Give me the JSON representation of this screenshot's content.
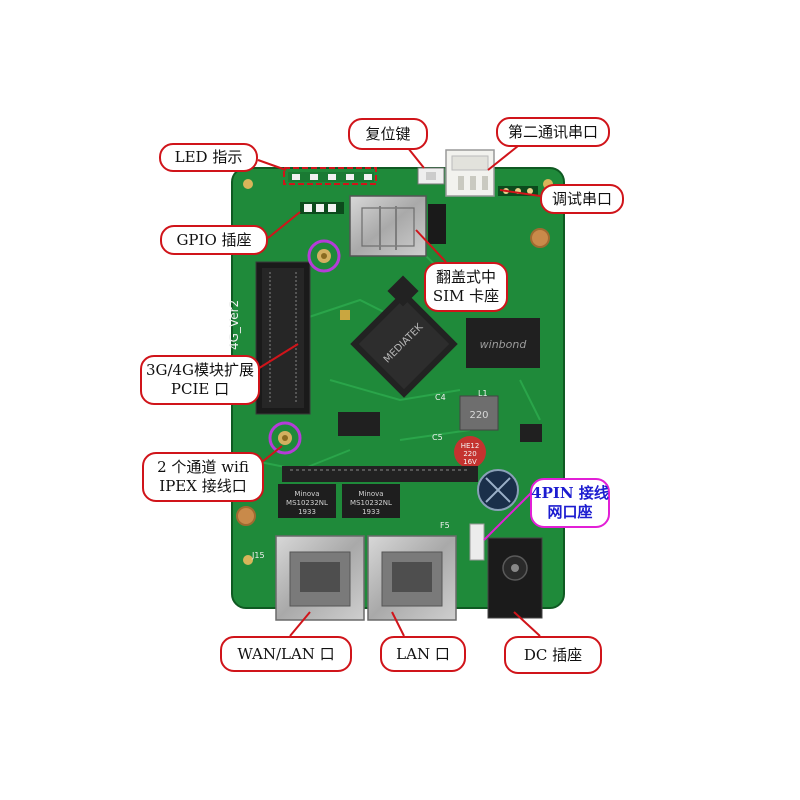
{
  "photo": {
    "subject": "",
    "board_colors": {
      "pcb": "#1f8a3a",
      "pcb_dark": "#136528",
      "callout_border": "#d0141a",
      "highlight": "#e21fd6"
    },
    "silkscreen": {
      "pcie_label": "4G_Ver2",
      "soc_marking": "MEDIATEK",
      "transformer_1": [
        "Minova",
        "MS10232NL",
        "1933"
      ],
      "transformer_2": [
        "Minova",
        "MS10232NL",
        "1933"
      ],
      "flash_marking": "winbond",
      "inductor_marking": "220",
      "capacitor_marking": [
        "HE12",
        "220",
        "16V"
      ],
      "labels": [
        "J15",
        "L1",
        "C4",
        "C5",
        "F5"
      ]
    }
  },
  "callouts": {
    "led": {
      "lines": [
        "LED  指示"
      ]
    },
    "reset": {
      "lines": [
        "复位键"
      ]
    },
    "second_serial": {
      "lines": [
        "第二通讯串口"
      ]
    },
    "debug_serial": {
      "lines": [
        "调试串口"
      ]
    },
    "gpio": {
      "lines": [
        "GPIO  插座"
      ]
    },
    "sim": {
      "lines": [
        "翻盖式中",
        "SIM 卡座"
      ]
    },
    "pcie": {
      "lines": [
        "3G/4G模块扩展",
        "PCIE 口"
      ]
    },
    "wifi": {
      "lines": [
        "2 个通道 wifi",
        "IPEX 接线口"
      ]
    },
    "net4pin": {
      "lines": [
        "4PIN 接线",
        "网口座"
      ]
    },
    "wan": {
      "lines": [
        "WAN/LAN 口"
      ]
    },
    "lan": {
      "lines": [
        "LAN 口"
      ]
    },
    "dc": {
      "lines": [
        "DC 插座"
      ]
    }
  }
}
